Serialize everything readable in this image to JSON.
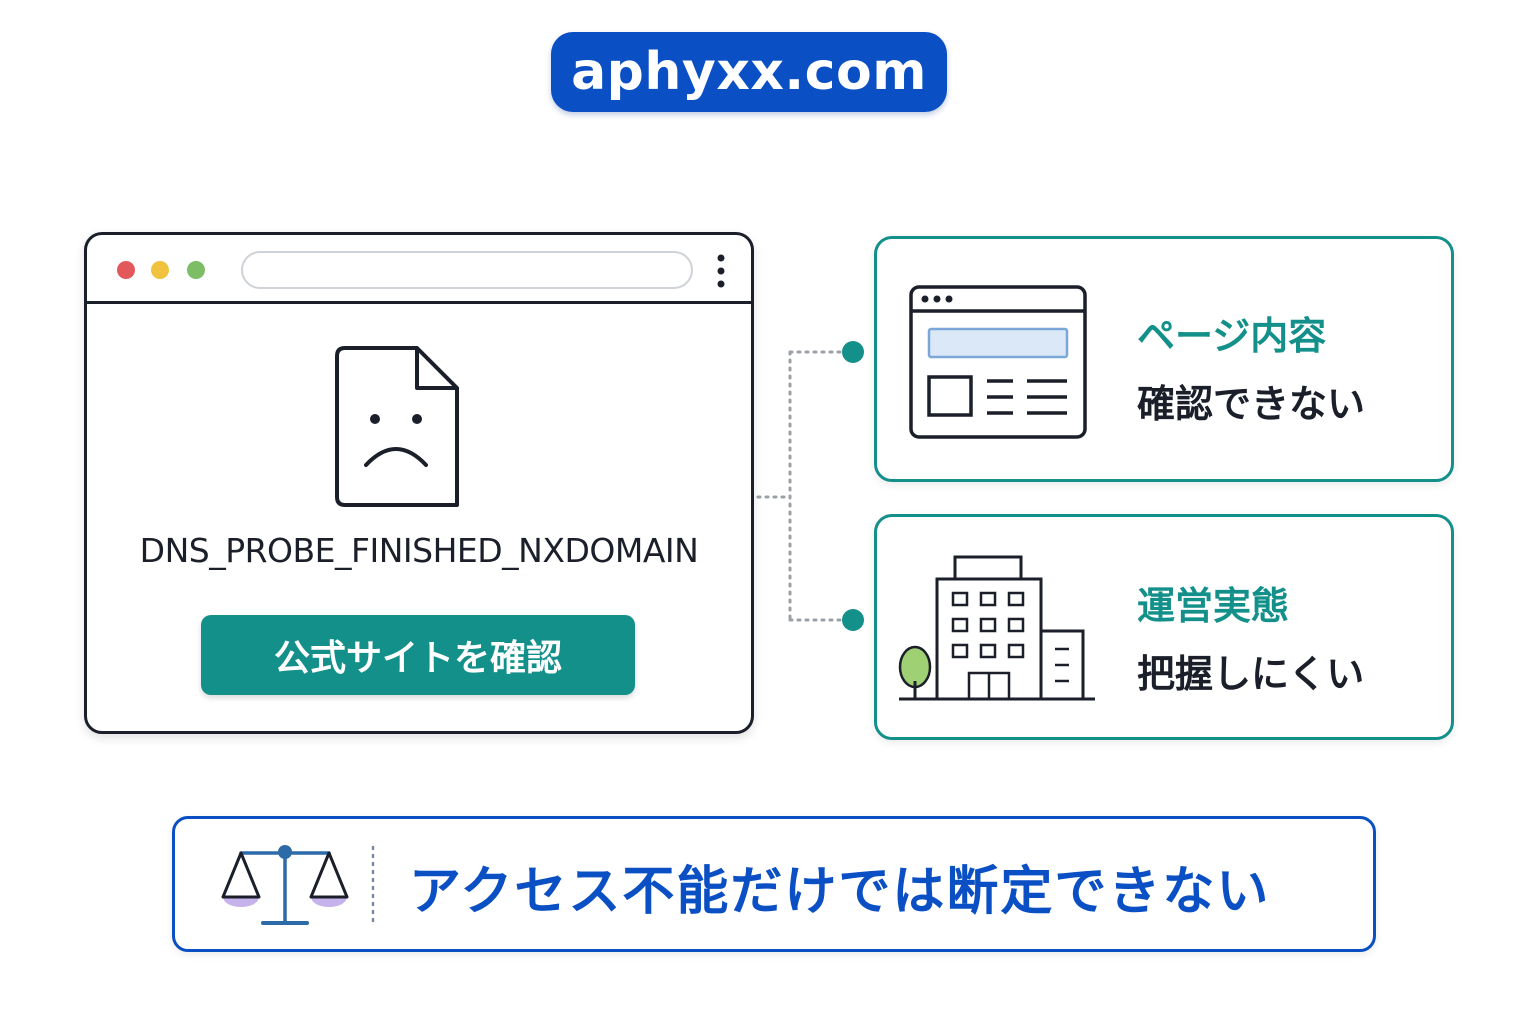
{
  "header": {
    "domain": "aphyxx.com"
  },
  "browser": {
    "error_code": "DNS_PROBE_FINISHED_NXDOMAIN",
    "button_label": "公式サイトを確認",
    "icon": "sad-document-icon"
  },
  "cards": [
    {
      "title": "ページ内容",
      "subtitle": "確認できない",
      "icon": "webpage-layout-icon"
    },
    {
      "title": "運営実態",
      "subtitle": "把握しにくい",
      "icon": "office-building-icon"
    }
  ],
  "conclusion": {
    "text": "アクセス不能だけでは断定できない",
    "icon": "balance-scale-icon"
  },
  "colors": {
    "blue": "#0a4fc4",
    "teal": "#13908a",
    "dark": "#1b1f2a"
  }
}
